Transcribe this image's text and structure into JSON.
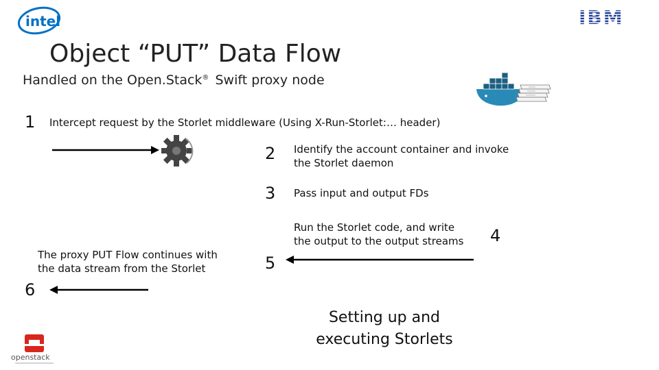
{
  "logos": {
    "intel_text": "intel",
    "ibm_text": "IBM",
    "openstack_text": "openstack"
  },
  "slide": {
    "title": "Object “PUT” Data Flow",
    "subtitle_prefix": "Handled on the Open.Stack",
    "subtitle_sup": "®",
    "subtitle_suffix": "Swift proxy node"
  },
  "steps": [
    {
      "number": "1",
      "text": "Intercept request by the Storlet middleware (Using X-Run-Storlet:… header)"
    },
    {
      "number": "2",
      "text": "Identify the account container and invoke the Storlet daemon"
    },
    {
      "number": "3",
      "text": "Pass input and output FDs"
    },
    {
      "number": "4",
      "text": "Run the Storlet code, and write the output to the output streams"
    },
    {
      "number": "5",
      "text": ""
    },
    {
      "number": "6",
      "text": "The proxy PUT Flow continues with the data stream from the Storlet"
    }
  ],
  "footer": {
    "label": "Setting up and executing Storlets"
  },
  "colors": {
    "gear": "#444444",
    "docker_whale": "#2a8ab7",
    "docker_container": "#1c5f82",
    "openstack_red": "#d9261c",
    "ibm_blue": "#1f3d99",
    "intel_blue": "#0071c5"
  },
  "icons": [
    "intel-logo",
    "ibm-logo",
    "gear-icon",
    "docker-whale-icon",
    "document-stack-icon",
    "openstack-logo"
  ]
}
